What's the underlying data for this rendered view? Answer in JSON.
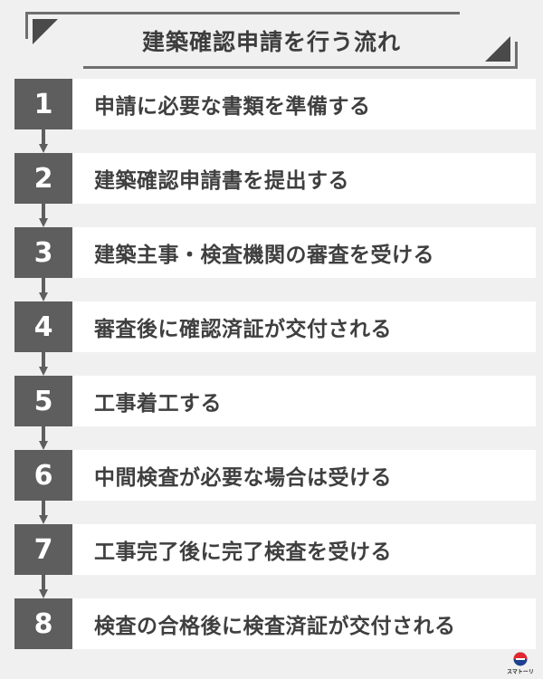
{
  "title": "建築確認申請を行う流れ",
  "steps": [
    {
      "number": "1",
      "label": "申請に必要な書類を準備する"
    },
    {
      "number": "2",
      "label": "建築確認申請書を提出する"
    },
    {
      "number": "3",
      "label": "建築主事・検査機関の審査を受ける"
    },
    {
      "number": "4",
      "label": "審査後に確認済証が交付される"
    },
    {
      "number": "5",
      "label": "工事着工する"
    },
    {
      "number": "6",
      "label": "中間検査が必要な場合は受ける"
    },
    {
      "number": "7",
      "label": "工事完了後に完了検査を受ける"
    },
    {
      "number": "8",
      "label": "検査の合格後に検査済証が交付される"
    }
  ],
  "logo": {
    "text": "スマトーリ",
    "colors": {
      "primary": "#e3262f",
      "secondary": "#1f3f8f"
    }
  },
  "colors": {
    "step_number_bg": "#5e5e5e",
    "step_label_bg": "#ffffff",
    "page_bg": "#f0f0f0"
  }
}
